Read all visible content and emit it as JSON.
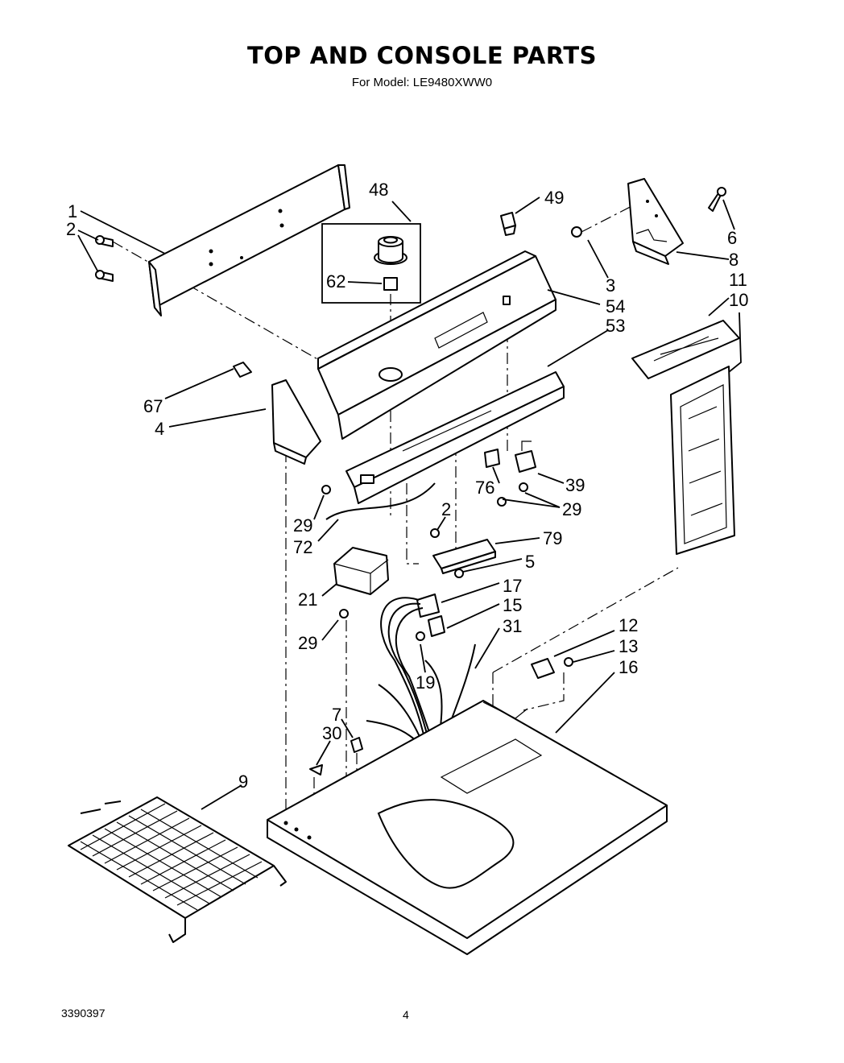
{
  "header": {
    "title": "TOP AND CONSOLE PARTS",
    "subtitle": "For Model: LE9480XWW0"
  },
  "footer": {
    "document_number": "3390397",
    "page_number": "4"
  },
  "callouts": [
    "1",
    "2",
    "48",
    "49",
    "6",
    "8",
    "3",
    "54",
    "53",
    "11",
    "10",
    "62",
    "67",
    "4",
    "39",
    "76",
    "29",
    "2",
    "29",
    "72",
    "79",
    "5",
    "17",
    "21",
    "15",
    "31",
    "29",
    "19",
    "12",
    "13",
    "16",
    "7",
    "30",
    "9"
  ]
}
